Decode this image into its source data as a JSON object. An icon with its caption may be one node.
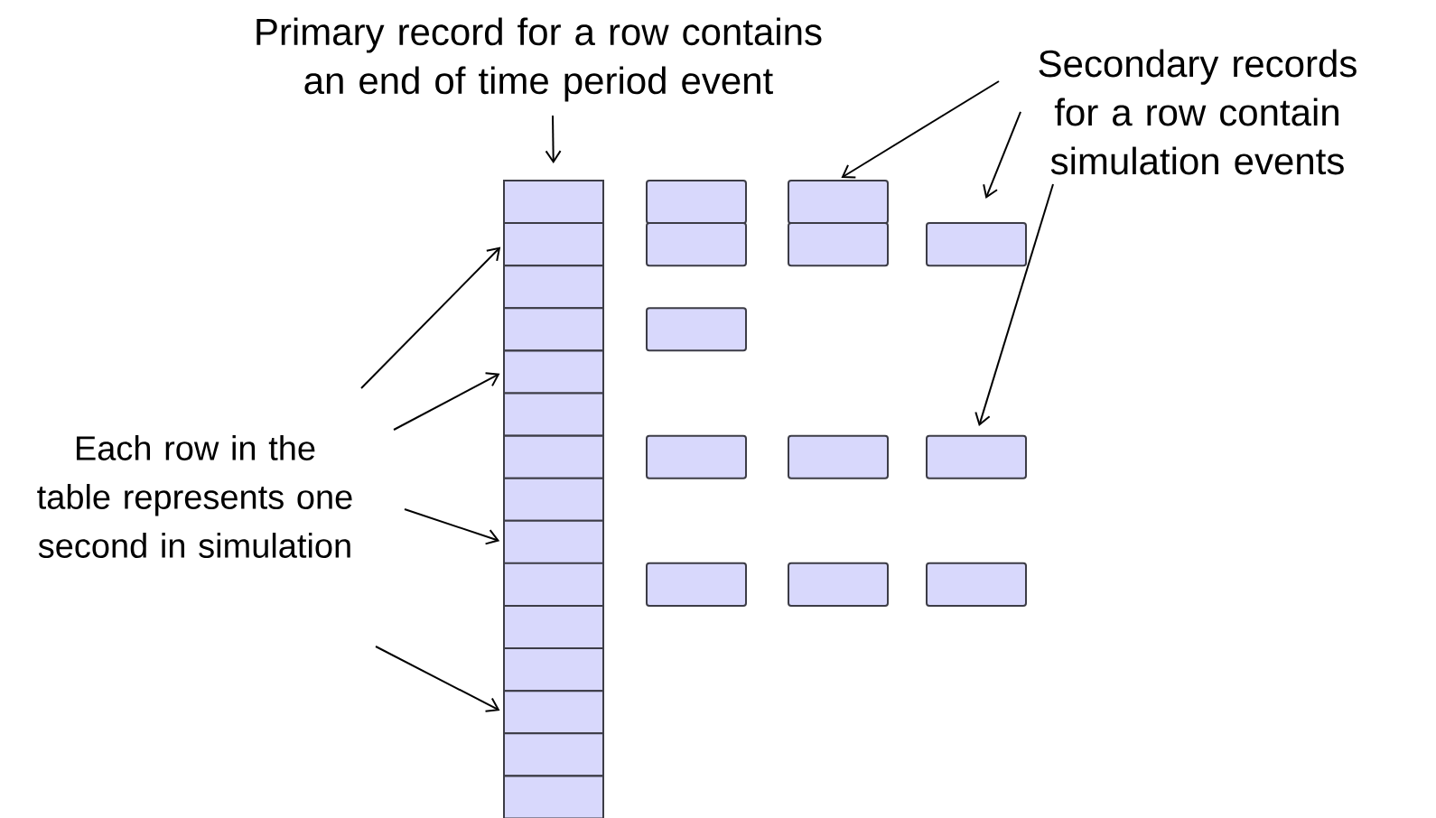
{
  "diagram": {
    "nodes": [
      {
        "text": [
          "Primary record for a row contains an end of time period event"
        ]
      },
      {
        "text": [
          "Secondary records for a row contain simulation events"
        ]
      },
      {
        "text": [
          "Each row in the table represents one second in simulation"
        ]
      },
      {
        "text": [],
        "shape": "box"
      },
      {
        "text": [],
        "shape": "box"
      },
      {
        "text": [],
        "shape": "box"
      },
      {
        "text": [],
        "shape": "box"
      },
      {
        "text": [],
        "shape": "box"
      },
      {
        "text": [],
        "shape": "box"
      },
      {
        "text": [],
        "shape": "box"
      },
      {
        "text": [],
        "shape": "box"
      },
      {
        "text": [],
        "shape": "box"
      },
      {
        "text": [],
        "shape": "box"
      },
      {
        "text": [],
        "shape": "box"
      },
      {
        "text": [],
        "shape": "box"
      },
      {
        "text": [],
        "shape": "box"
      },
      {
        "text": [],
        "shape": "box"
      },
      {
        "text": [],
        "shape": "box"
      },
      {
        "text": [],
        "shape": "box"
      },
      {
        "text": [],
        "shape": "box"
      },
      {
        "text": [],
        "shape": "box"
      },
      {
        "text": [],
        "shape": "box"
      },
      {
        "text": [],
        "shape": "box"
      },
      {
        "text": [],
        "shape": "box"
      },
      {
        "text": [],
        "shape": "box"
      },
      {
        "text": [],
        "shape": "box"
      },
      {
        "text": [],
        "shape": "box"
      },
      {
        "text": [],
        "shape": "box"
      },
      {
        "text": [],
        "shape": "box"
      },
      {
        "text": [],
        "shape": "box"
      }
    ],
    "edges": [
      {
        "from": 0,
        "to": 3,
        "arrow": "to"
      },
      {
        "from": 1,
        "to": 19,
        "arrow": "to"
      },
      {
        "from": 1,
        "to": 22,
        "arrow": "to"
      },
      {
        "from": 1,
        "to": 26,
        "arrow": "to"
      },
      {
        "from": 2,
        "to": 4,
        "arrow": "to"
      },
      {
        "from": 2,
        "to": 7,
        "arrow": "to"
      },
      {
        "from": 2,
        "to": 11,
        "arrow": "to"
      },
      {
        "from": 2,
        "to": 15,
        "arrow": "to"
      }
    ]
  }
}
